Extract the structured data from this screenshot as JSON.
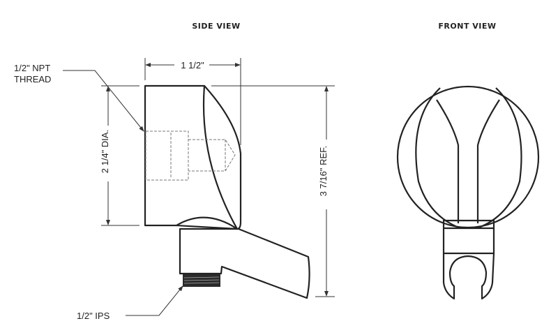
{
  "side_view": {
    "title": "SIDE VIEW",
    "dim_width": "1 1/2\"",
    "dim_diameter": "2 1/4\" DIA.",
    "dim_height": "3 7/16\" REF.",
    "callout_npt_line1": "1/2\" NPT",
    "callout_npt_line2": "THREAD",
    "callout_ips": "1/2\" IPS"
  },
  "front_view": {
    "title": "FRONT VIEW"
  }
}
